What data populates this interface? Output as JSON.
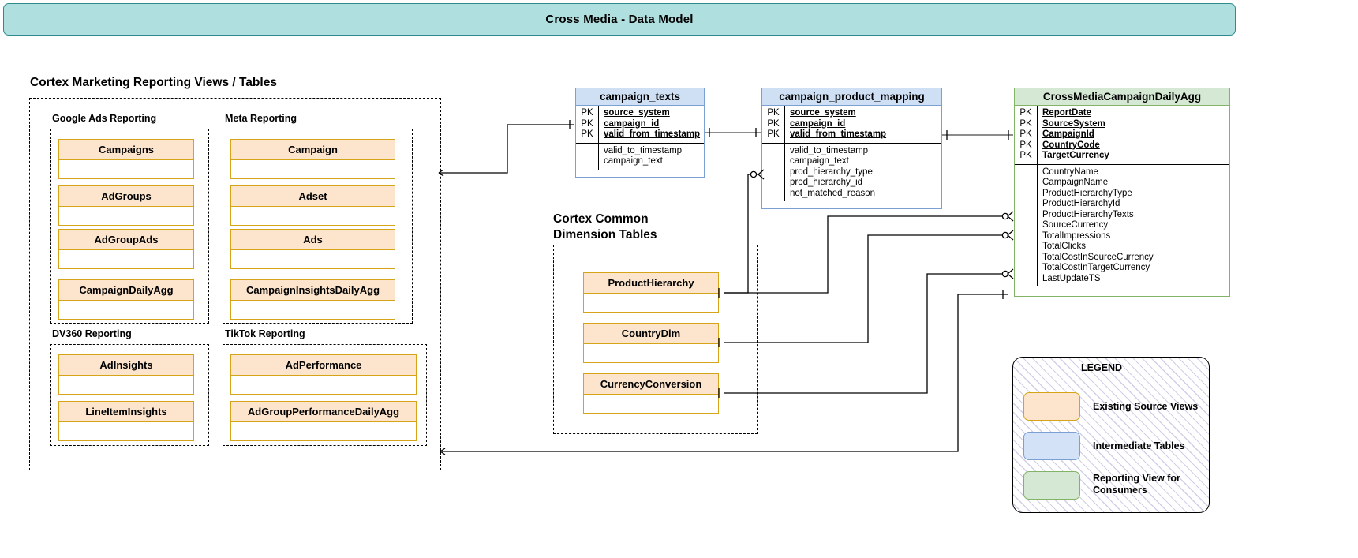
{
  "header": {
    "title": "Cross Media - Data Model"
  },
  "sections": {
    "reporting_title": "Cortex Marketing Reporting Views / Tables",
    "dimension_title_line1": "Cortex Common",
    "dimension_title_line2": "Dimension Tables"
  },
  "groups": [
    {
      "label": "Google Ads Reporting",
      "entities": [
        "Campaigns",
        "AdGroups",
        "AdGroupAds",
        "CampaignDailyAgg"
      ]
    },
    {
      "label": "Meta Reporting",
      "entities": [
        "Campaign",
        "Adset",
        "Ads",
        "CampaignInsightsDailyAgg"
      ]
    },
    {
      "label": "DV360 Reporting",
      "entities": [
        "AdInsights",
        "LineItemInsights"
      ]
    },
    {
      "label": "TikTok Reporting",
      "entities": [
        "AdPerformance",
        "AdGroupPerformanceDailyAgg"
      ]
    }
  ],
  "dimension_entities": [
    "ProductHierarchy",
    "CountryDim",
    "CurrencyConversion"
  ],
  "er_tables": [
    {
      "name": "campaign_texts",
      "style": "blue",
      "pk_label": "PK",
      "keys": [
        "source_system",
        "campaign_id",
        "valid_from_timestamp"
      ],
      "attributes": [
        "valid_to_timestamp",
        "campaign_text"
      ]
    },
    {
      "name": "campaign_product_mapping",
      "style": "blue",
      "pk_label": "PK",
      "keys": [
        "source_system",
        "campaign_id",
        "valid_from_timestamp"
      ],
      "attributes": [
        "valid_to_timestamp",
        "campaign_text",
        "prod_hierarchy_type",
        "prod_hierarchy_id",
        "not_matched_reason"
      ]
    },
    {
      "name": "CrossMediaCampaignDailyAgg",
      "style": "green",
      "pk_label": "PK",
      "keys": [
        "ReportDate",
        "SourceSystem",
        "CampaignId",
        "CountryCode",
        "TargetCurrency"
      ],
      "attributes": [
        "CountryName",
        "CampaignName",
        "ProductHierarchyType",
        "ProductHierarchyId",
        "ProductHierarchyTexts",
        "SourceCurrency",
        "TotalImpressions",
        "TotalClicks",
        "TotalCostInSourceCurrency",
        "TotalCostInTargetCurrency",
        "LastUpdateTS"
      ]
    }
  ],
  "legend": {
    "title": "LEGEND",
    "items": [
      {
        "swatch": "orange",
        "label": "Existing Source Views"
      },
      {
        "swatch": "blue",
        "label": "Intermediate Tables"
      },
      {
        "swatch": "green",
        "label": "Reporting View for\nConsumers"
      }
    ]
  },
  "colors": {
    "title_bar_fill": "#b0dfe0",
    "title_bar_border": "#2e8b8b",
    "source_view_fill": "#fde5cd",
    "source_view_border": "#d6a417",
    "intermediate_fill": "#cfe0f5",
    "intermediate_border": "#7c9fd4",
    "reporting_fill": "#d5e8d4",
    "reporting_border": "#82b366"
  }
}
